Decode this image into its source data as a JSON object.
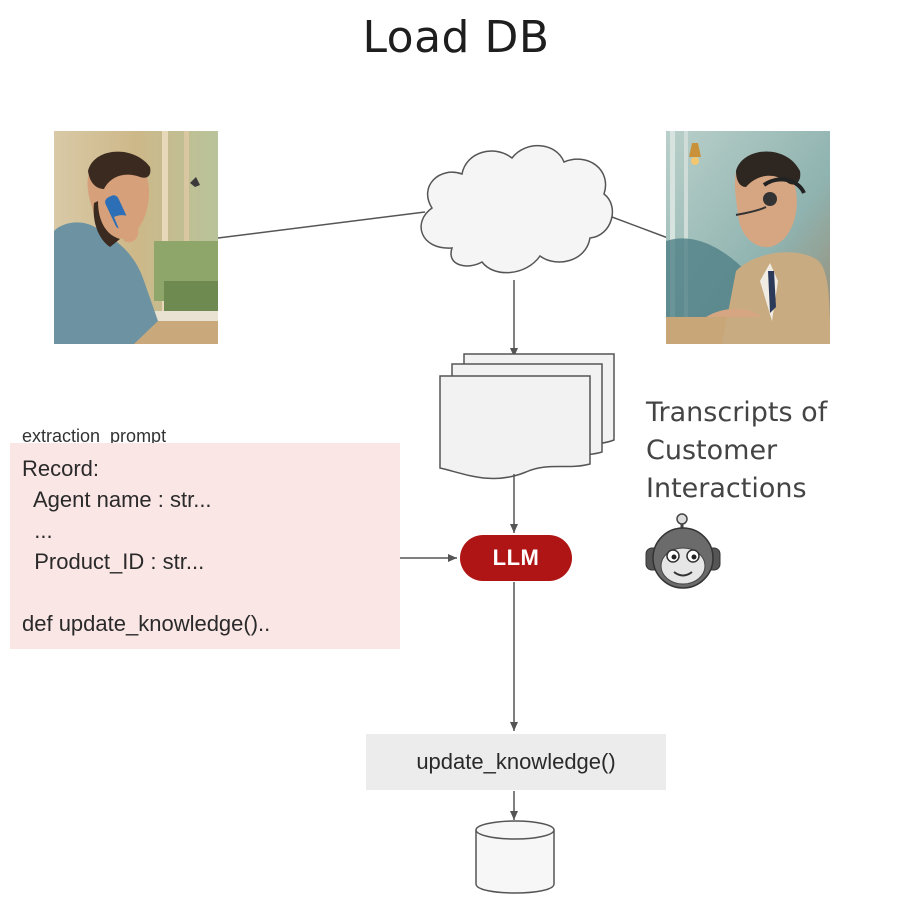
{
  "title": "Load DB",
  "prompt": {
    "label": "extraction_prompt",
    "lines": [
      "Record:",
      "  Agent name : str...",
      "  ...",
      "  Product_ID : str...",
      "",
      "def update_knowledge().."
    ]
  },
  "llm_label": "LLM",
  "transcripts_label": [
    "Transcripts of",
    "Customer",
    "Interactions"
  ],
  "function_label": "update_knowledge()",
  "colors": {
    "llm_fill": "#b01515",
    "prompt_bg": "#fbe6e6",
    "function_bg": "#ececec"
  },
  "icons": [
    "cloud-icon",
    "documents-icon",
    "robot-icon",
    "database-icon",
    "customer-photo",
    "agent-photo"
  ]
}
